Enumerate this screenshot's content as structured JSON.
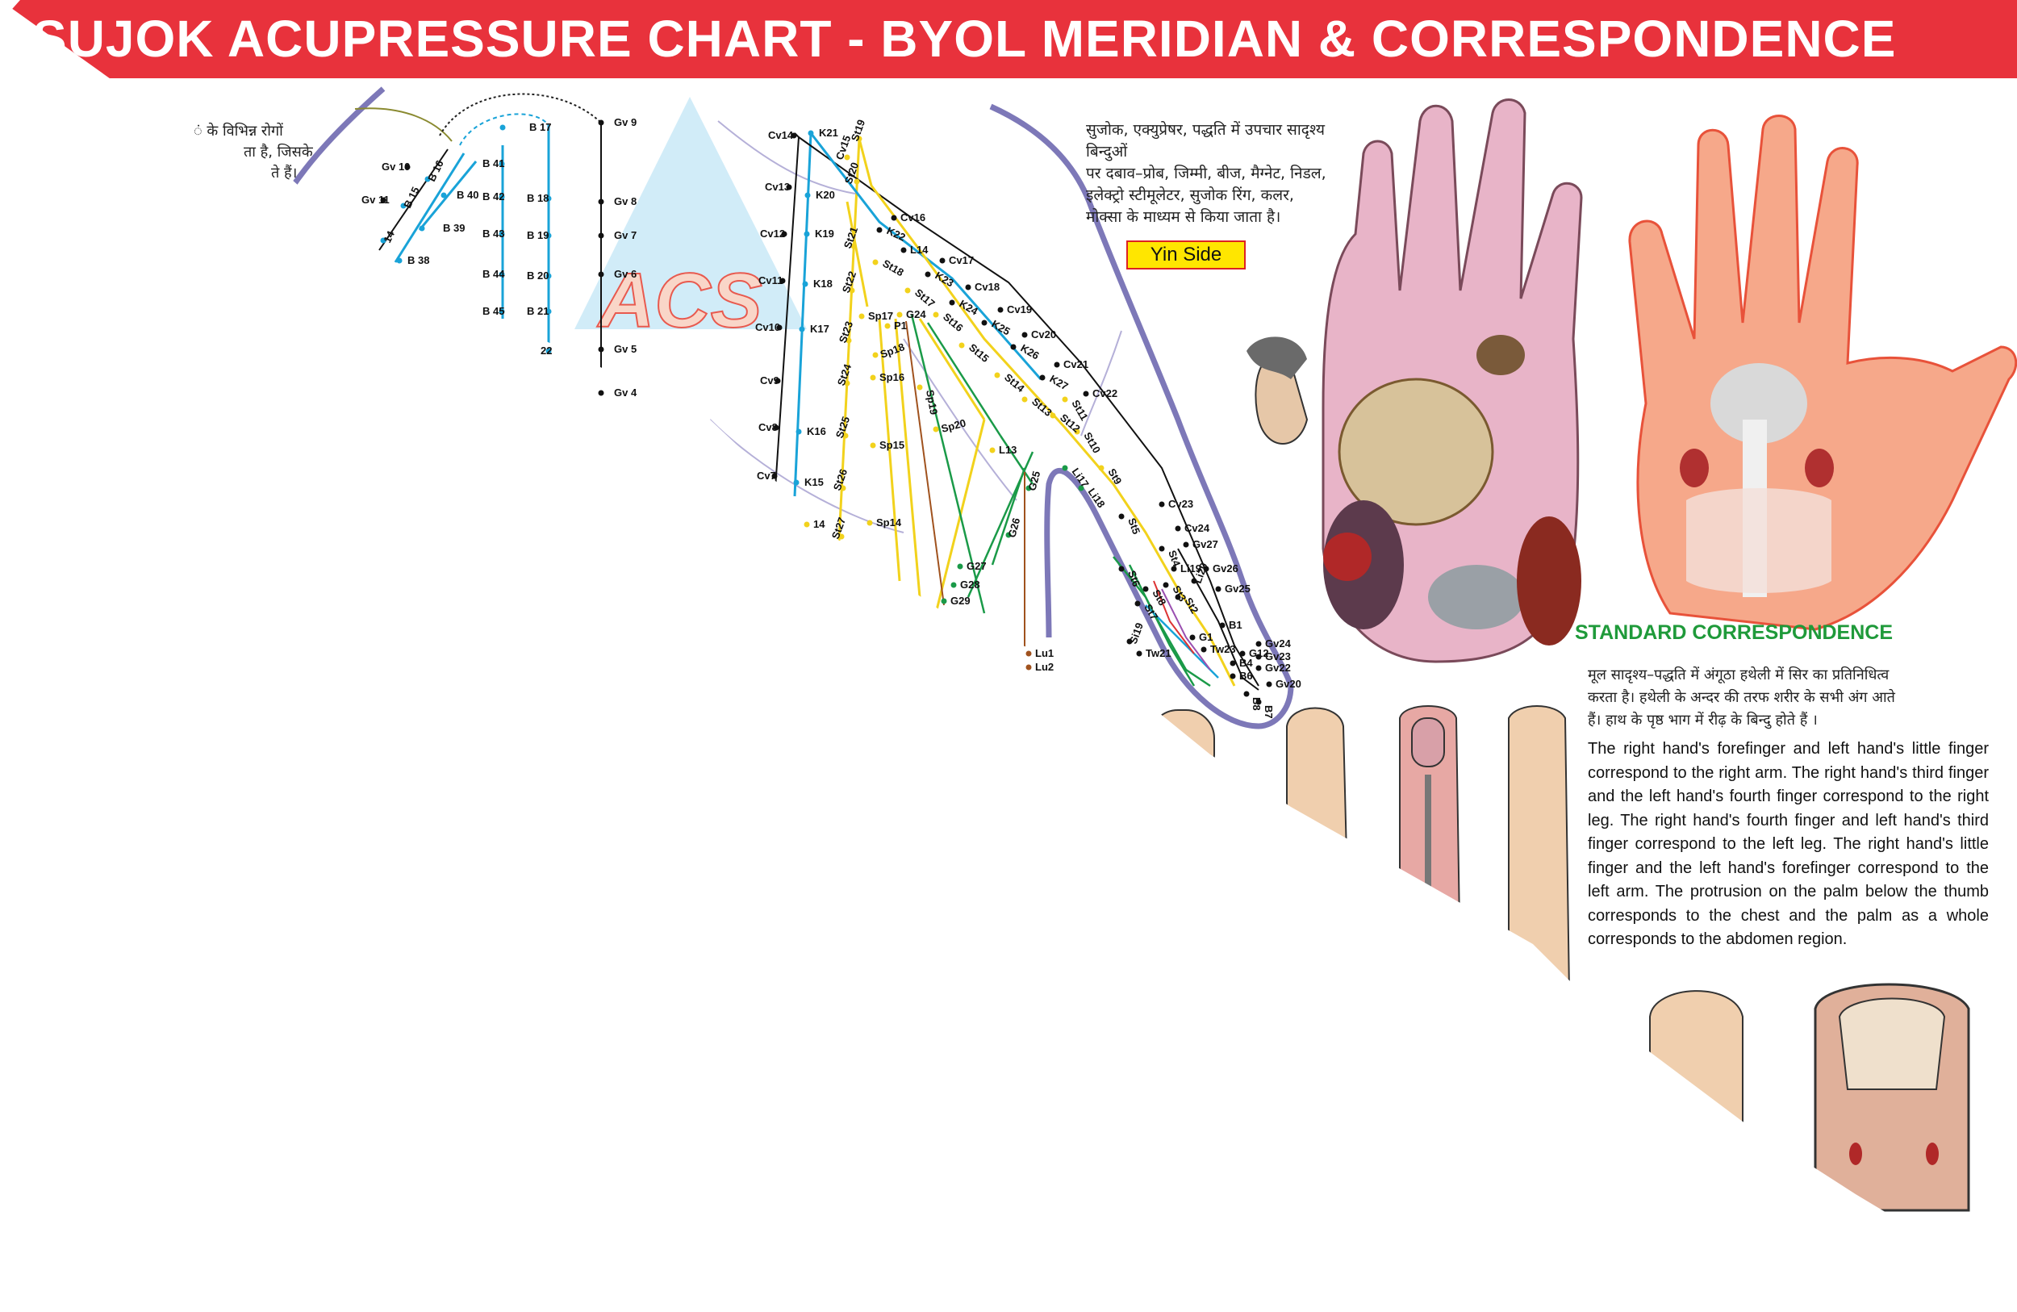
{
  "header": {
    "title": "SUJOK ACUPRESSURE CHART - BYOL MERIDIAN & CORRESPONDENCE"
  },
  "intro_fragment": {
    "line1": "ं के विभिन्न रोगों",
    "line2": "ता है, जिसके",
    "line3": "ते हैं।"
  },
  "watermark": "ACS",
  "hindi_method_text": [
    "सुजोक, एक्युप्रेषर, पद्धति में उपचार सादृश्य बिन्दुओं",
    "पर दबाव–प्रोब, जिम्मी, बीज, मैग्नेट, निडल,",
    "इलेक्ट्रो स्टीमूलेटर, सुजोक रिंग, कलर,",
    "मोक्सा के माध्यम से किया जाता है।"
  ],
  "yin_side_label": "Yin Side",
  "standard_correspondence_title": "STANDARD CORRESPONDENCE",
  "hindi_description": [
    "मूल सादृश्य–पद्धति में अंगूठा हथेली में सिर का प्रतिनिधित्व",
    "करता है। हथेली के अन्दर की तरफ शरीर के सभी अंग आते",
    "हैं। हाथ के पृष्ठ भाग में रीढ़ के बिन्दु होते हैं ।"
  ],
  "english_description": "The right hand's forefinger and left hand's little finger correspond to the right arm. The right hand's third finger and the left hand's fourth finger correspond to the right leg. The right hand's fourth finger and left hand's third finger correspond to the left leg. The right hand's little finger and the left hand's forefinger correspond to the left arm. The protrusion on the palm below the thumb corresponds to the chest and the palm as a whole corresponds to the abdomen region.",
  "meridian_points": {
    "governing": [
      "Gv 9",
      "Gv 8",
      "Gv 7",
      "Gv 6",
      "Gv 5",
      "Gv 4",
      "Gv 10",
      "Gv 11"
    ],
    "bladder_left": [
      "B 17",
      "B 16",
      "B 15",
      "14",
      "B 39",
      "B 38",
      "B 40",
      "B 41",
      "B 42",
      "B 43",
      "B 44",
      "B 45"
    ],
    "bladder_right": [
      "B 18",
      "B 19",
      "B 20",
      "B 21",
      "22"
    ],
    "conception": [
      "Cv14",
      "Cv13",
      "Cv12",
      "Cv11",
      "Cv10",
      "Cv9",
      "Cv8",
      "Cv7"
    ],
    "kidney": [
      "K21",
      "K20",
      "K19",
      "K18",
      "K17",
      "K16",
      "K15"
    ],
    "stomach_col": [
      "St19",
      "Cv15",
      "St20",
      "St21",
      "St22",
      "St23",
      "St24",
      "St25",
      "St26",
      "St27",
      "14"
    ],
    "diagonal_1": [
      "Cv16",
      "K22",
      "L14",
      "Cv17",
      "K23",
      "Cv18",
      "K24",
      "Cv19",
      "K25",
      "Cv20",
      "K26",
      "Cv21",
      "K27",
      "Cv22"
    ],
    "diagonal_2": [
      "St18",
      "St17",
      "St16",
      "St15",
      "St14",
      "St13",
      "St12",
      "St11",
      "St10",
      "St9"
    ],
    "spleen": [
      "Sp17",
      "G24",
      "P1",
      "Sp18",
      "Sp16",
      "Sp19",
      "Sp20",
      "Sp15",
      "Sp14",
      "L13"
    ],
    "gall": [
      "G25",
      "Li17",
      "Li18",
      "G26",
      "G27",
      "G28",
      "G29"
    ],
    "thumb": [
      "Cv23",
      "Cv24",
      "Gv27",
      "Gv26",
      "Gv25",
      "St5",
      "St4",
      "Li19",
      "Li20",
      "St6",
      "St8",
      "St3",
      "St2",
      "St7",
      "G1",
      "Si19",
      "Tw21",
      "Tw23",
      "B1",
      "G12",
      "Gv24",
      "Gv23",
      "Gv22",
      "Gv20",
      "B4",
      "B6",
      "B7",
      "B8"
    ],
    "lung": [
      "Lu1",
      "Lu2"
    ]
  },
  "colors": {
    "header_red": "#e8323c",
    "footer_blue": "#12a7e6",
    "meridian_black": "#111111",
    "meridian_cyan": "#19a3d8",
    "meridian_yellow": "#f2d21c",
    "meridian_green": "#1a9a48",
    "meridian_brown": "#a0521e",
    "outline_purple": "#7d78b8",
    "yin_badge": "#ffe600",
    "correspondence_green": "#1f9a3a"
  }
}
